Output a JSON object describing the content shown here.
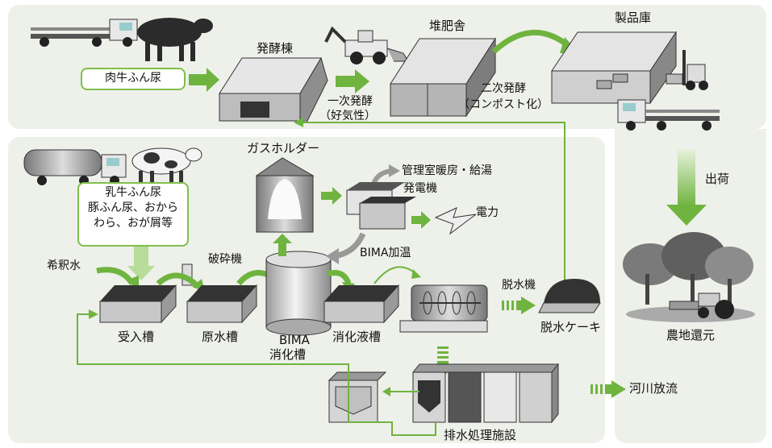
{
  "labels": {
    "beef_manure": "肉牛ふん尿",
    "fermentation_building": "発酵棟",
    "primary_fermentation_1": "一次発酵",
    "primary_fermentation_2": "（好気性）",
    "compost_shed": "堆肥舎",
    "secondary_fermentation_1": "二次発酵",
    "secondary_fermentation_2": "（コンポスト化）",
    "product_warehouse": "製品庫",
    "shipment": "出荷",
    "farmland_return": "農地還元",
    "gas_holder": "ガスホルダー",
    "room_heating": "管理室暖房・給湯",
    "generator": "発電機",
    "electricity": "電力",
    "inputs_line1": "乳牛ふん尿",
    "inputs_line2": "豚ふん尿、おから",
    "inputs_line3": "わら、おが屑等",
    "dilution_water": "希釈水",
    "crusher": "破砕機",
    "bima_heating": "BIMA加温",
    "dewatering_machine": "脱水機",
    "receiving_tank": "受入槽",
    "raw_water_tank": "原水槽",
    "bima_digester_1": "BIMA",
    "bima_digester_2": "消化槽",
    "digested_liquid_tank": "消化液槽",
    "dewatered_cake": "脱水ケーキ",
    "river_discharge": "河川放流",
    "wastewater_facility": "排水処理施設"
  },
  "colors": {
    "panel": "#eef0ea",
    "arrow_green": "#6fb43f",
    "arrow_light": "#b9dc9b",
    "box_border": "#7fbf4a"
  }
}
